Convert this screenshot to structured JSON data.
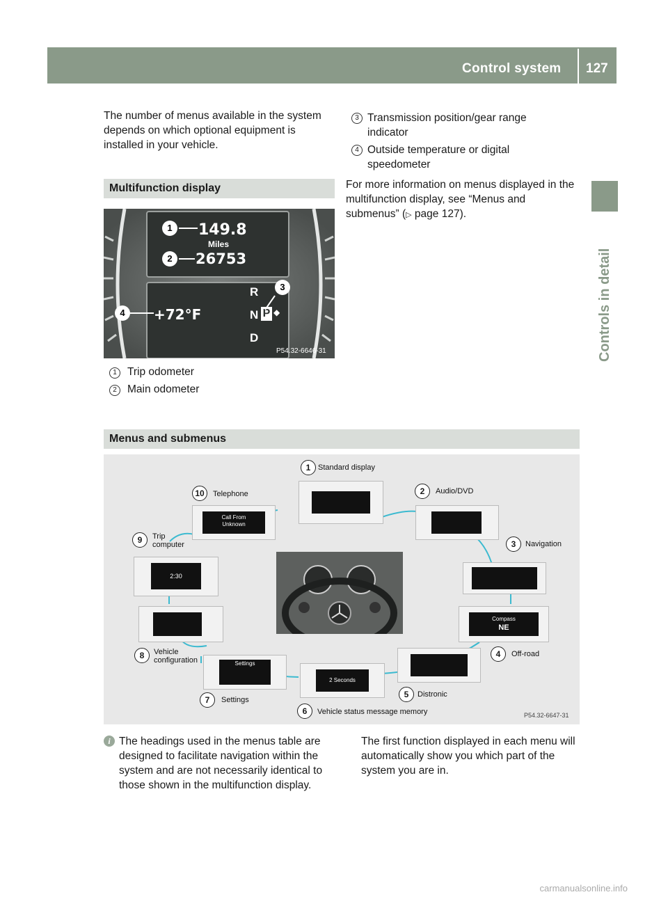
{
  "header": {
    "title": "Control system",
    "page": "127"
  },
  "side_tab": {
    "text": "Controls in detail"
  },
  "intro": "The number of menus available in the system depends on which optional equipment is installed in your vehicle.",
  "multifunction": {
    "heading": "Multifunction display",
    "image_texts": {
      "trip": "149.8",
      "unit": "Miles",
      "main": "26753",
      "temp": "+72°F",
      "gear_r": "R",
      "gear_n": "N",
      "gear_p": "P",
      "gear_d": "D",
      "code": "P54.32-6646-31"
    },
    "legend": [
      {
        "num": "1",
        "text": "Trip odometer"
      },
      {
        "num": "2",
        "text": "Main odometer"
      },
      {
        "num": "3",
        "text": "Transmission position/gear range indicator"
      },
      {
        "num": "4",
        "text": "Outside temperature or digital speedometer"
      }
    ],
    "more_info_pre": "For more information on menus displayed in the multifunction display, see “Menus and submenus” (",
    "more_info_tri": "▷",
    "more_info_post": " page 127)."
  },
  "menus": {
    "heading": "Menus and submenus",
    "labels": {
      "m1": "Standard display",
      "m2": "Audio/DVD",
      "m3": "Navigation",
      "m4": "Off-road",
      "m5": "Distronic",
      "m6": "Vehicle status message memory",
      "m7": "Settings",
      "m8a": "Vehicle",
      "m8b": "configuration",
      "m9a": "Trip",
      "m9b": "computer",
      "m10": "Telephone"
    },
    "nums": [
      "1",
      "2",
      "3",
      "4",
      "5",
      "6",
      "7",
      "8",
      "9",
      "10"
    ],
    "screens": {
      "telephone_a": "Call From",
      "telephone_b": "Unknown",
      "offroad_a": "Compass",
      "offroad_b": "NE",
      "settings_a": "Settings",
      "trip_a": "2:30",
      "status_a": "2 Seconds"
    },
    "code": "P54.32-6647-31"
  },
  "notes": {
    "info": "The headings used in the menus table are designed to facilitate navigation within the system and are not necessarily identical to those shown in the multifunction display.",
    "first": "The first function displayed in each menu will automatically show you which part of the system you are in."
  },
  "footer": "carmanualsonline.info",
  "colors": {
    "brand": "#8a9a89",
    "section": "#d9ddd9"
  }
}
